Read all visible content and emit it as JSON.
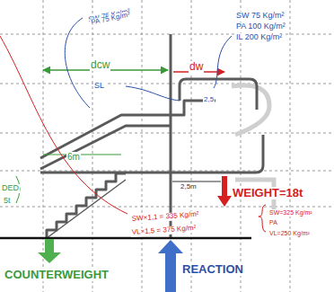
{
  "diagram": {
    "labels": [
      "SW 75 Kg/m²",
      "PA 75 Kg/m²",
      "dcw",
      "SL",
      "dw",
      "SW 75 Kg/m²",
      "PA 100 Kg/m²",
      "IL 200 Kg/m²",
      "2,5",
      "6m",
      "2,5m",
      "WEIGHT=18t",
      "DED",
      "5t",
      "SW×1,1 = 335 Kg/m²",
      "VL×1,5 = 375 Kg/m²",
      "SW=325 Kg/m²",
      "PA",
      "VL=250 Kg/m²",
      "COUNTERWEIGHT",
      "REACTION"
    ]
  }
}
